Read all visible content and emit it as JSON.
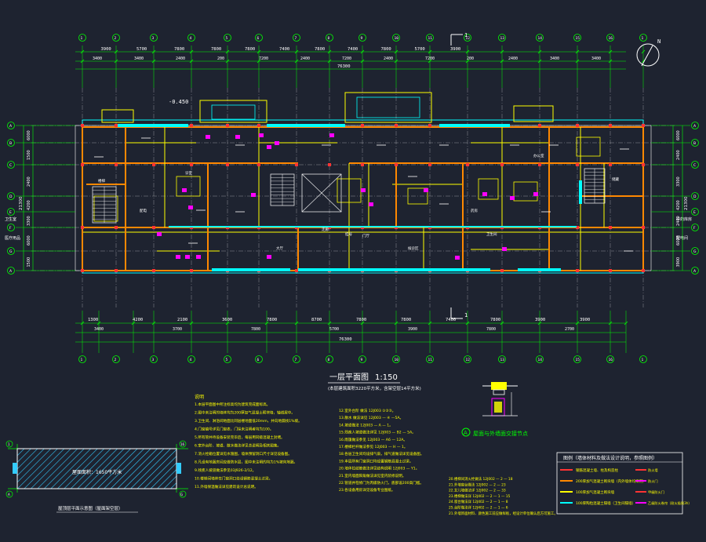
{
  "drawing": {
    "title": "一层平面图",
    "scale": "1:150",
    "subtitle": "(本层建筑面积3220平方米，含架空层14平方米)",
    "north_label": "N",
    "section_mark": "1",
    "elev_entrance": "-0.450",
    "total_dim_top": "76300",
    "total_dim_bottom": "76300",
    "left_total": "21300",
    "right_total": "21300",
    "top_dims_row1": [
      "3900",
      "5700",
      "7800",
      "7800",
      "7800",
      "7400",
      "7800",
      "7400",
      "7800",
      "5700",
      "3900"
    ],
    "top_dims_row2": [
      "3400",
      "3400",
      "2400",
      "200",
      "7200",
      "2400",
      "7200",
      "2400",
      "7200",
      "200",
      "2400",
      "3400",
      "3400"
    ],
    "bottom_dims_row1": [
      "1300",
      "4200",
      "2100",
      "3600",
      "7800",
      "8700",
      "7800",
      "7800",
      "7400",
      "7800",
      "3900",
      "3900"
    ],
    "bottom_dims_row2": [
      "3400",
      "3700",
      "7800",
      "5700",
      "3900",
      "7800",
      "2700"
    ],
    "grid_labels_top": [
      "1",
      "2",
      "3",
      "4",
      "5",
      "6",
      "7",
      "8",
      "9",
      "10",
      "11",
      "12",
      "13",
      "14",
      "15",
      "16"
    ],
    "grid_labels_side": [
      "A",
      "B",
      "C",
      "D",
      "E",
      "F",
      "G"
    ],
    "left_dims": [
      "6000",
      "1500",
      "2400",
      "4200",
      "3300",
      "6000",
      "1500",
      "3900"
    ],
    "right_dims": [
      "6000",
      "2400",
      "3300",
      "4200",
      "2400",
      "6000",
      "3900"
    ],
    "rooms": [
      "门厅",
      "大厅",
      "候诊区",
      "药房",
      "挂号",
      "诊室",
      "办公室",
      "卫生间",
      "楼梯",
      "走廊",
      "储藏",
      "配电"
    ],
    "side_labels_left": [
      "卫生室",
      "医疗用品"
    ],
    "side_labels_right": [
      "中药库房",
      "配电间"
    ]
  },
  "notes": {
    "heading": "说明",
    "left_column": [
      "1.本层平面图中所注标高均为建筑完成面标高。",
      "2.图中未注明的墙体均为200厚加气混凝土砌块墙，轴线居中。",
      "3.卫生间、淋浴间地面比同层楼地面低20mm，并向地漏找1%坡。",
      "4.门窗编号详见门窗表，门垛未注明者均为100。",
      "5.所有管井待设备安装完毕后，每层用同级混凝土封堵。",
      "6.室外台阶、坡道、散水做法详见总说明及相关图集。",
      "7.消火栓箱位置详见水施图，墙体预留洞口尺寸详见设备图。",
      "8.凡设有地漏房间应做防水层，图中未注明的均为1%坡向地漏。",
      "9.残疾人坡道做法参见03J926-2/12。",
      "10.楼梯间墙体在门窗洞口处设钢筋混凝土过梁。",
      "11.外墙保温做法详见建筑设计总说明。"
    ],
    "right_column": [
      "12.室外台阶 做法 12J003 ①②③。",
      "13.散水 做法详见 12J003 — ④ —5A。",
      "14.坡道做法 12J003 — A — 1。",
      "15.残疾人坡道做法详见 12J003 — B2 — 5A。",
      "16.雨篷做法参见 12J003 — A6 — 12A。",
      "17.楼梯栏杆做法参见 12J003 — H — 1。",
      "18.各层卫生间均设排气扇，排气道做法详见设备图。",
      "19.本层所有门窗洞口均设置钢筋混凝土过梁。",
      "20.墙体拉结筋做法详见结构说明 12J003 — Y1。",
      "21.室内墙面阳角做法详见室内装修说明。",
      "22.管道井检修门为丙级防火门，底部设200高门槛。",
      "23.各设备用房详见设备专业图纸。"
    ],
    "bottom_column": [
      "20.楼梯间消火栓做法 12J002 — 2 — 18",
      "21.外墙窗台做法 12J002 — 2 — 23",
      "22.女儿墙做法详 12J002 — 2 — 33",
      "23.楼梯做法详 12J402 — 2 — 1 — 15",
      "24.窗台做法详 12J402 — 2 — 1 — 8",
      "25.台阶做法详 12J402 — 2 — 1 — 6",
      "21.外墙饰面材料、颜色施工前应做样板，经设计单位确认后方可施工。"
    ]
  },
  "legend": {
    "title": "图例（墙体材料及做法设计说明，参照图例）",
    "items": [
      {
        "label": "钢筋混凝土墙、柱及构造柱",
        "right_label": "防火墙"
      },
      {
        "label": "200厚加气混凝土砌块墙（内外墙体均采用）",
        "right_label": "防火门"
      },
      {
        "label": "100厚加气混凝土砌块墙",
        "right_label": "甲级防火门"
      },
      {
        "label": "100厚陶粒混凝土隔墙（卫生间隔墙）",
        "right_label": "乙级防火卷帘（耐火极限3h）"
      }
    ]
  },
  "detail": {
    "number": "A",
    "title": "屋面与外墙面交接节点"
  },
  "small_plan": {
    "area_label": "屋面面积：1650平方米",
    "title": "屋顶层平面示意图（屋面架空层）",
    "grid_labels": [
      "1",
      "16",
      "A",
      "G"
    ]
  },
  "colors": {
    "background": "#1e2330",
    "dimension": "#00ff00",
    "grid": "#ffffff",
    "wall": "#ff8800",
    "partition": "#ffff00",
    "glass": "#00ffff",
    "text": "#ffffff",
    "furniture": "#ff00ff",
    "slab": "#33ccff",
    "column": "#ff3333"
  }
}
